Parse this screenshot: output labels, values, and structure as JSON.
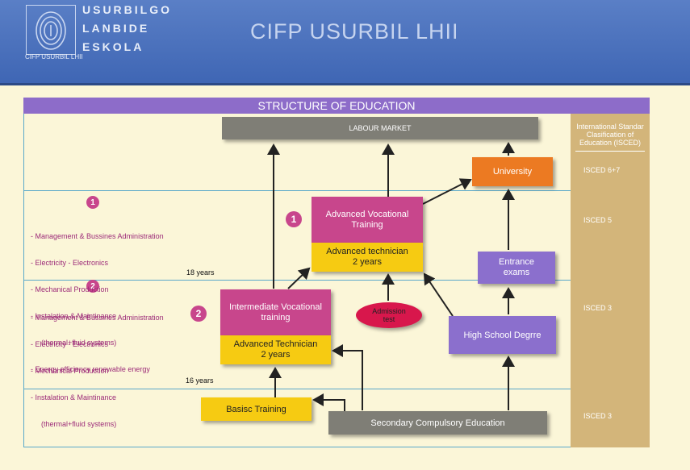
{
  "header": {
    "logo_line1": "USURBILGO",
    "logo_line2": "LANBIDE",
    "logo_line3": "ESKOLA",
    "logo_caption": "CIFP USURBIL LHII",
    "site_title": "CIFP  USURBIL  LHII"
  },
  "diagram": {
    "title": "STRUCTURE OF EDUCATION",
    "isced_header": "International Standar Clasification of Education (ISCED)",
    "isced_levels": [
      "ISCED 6+7",
      "ISCED 5",
      "ISCED 3",
      "ISCED 3"
    ],
    "labour_market": "LABOUR MARKET",
    "university": "University",
    "advanced_vocational": "Advanced Vocational Training",
    "advanced_technician_upper": "Advanced technician\n2 years",
    "intermediate_vocational": "Intermediate Vocational training",
    "advanced_technician_lower": "Advanced Technician\n2 years",
    "admission_test": "Admission test",
    "entrance_exams": "Entrance exams",
    "high_school": "High School Degrre",
    "basic_training": "Basisc Training",
    "secondary": "Secondary Compulsory Education",
    "years_18": "18 years",
    "years_16": "16 years",
    "badge_1": "1",
    "badge_2": "2",
    "list_1": [
      "- Management & Bussines Administration",
      "- Electricity - Electronics",
      "- Mechanical Production",
      "- Instalation & Maintinance",
      "  (thermal+fluid systems)",
      "- Energy efficiency renewable energy"
    ],
    "list_2": [
      "- Management & Bussines Administration",
      "- Electricity - Electronics",
      "- Mechanical Production",
      "- Instalation & Maintinance",
      "  (thermal+fluid systems)"
    ]
  },
  "colors": {
    "header_blue": "#4a71bc",
    "title_purple": "#8d6cc9",
    "pink": "#c8468c",
    "yellow": "#f6cb12",
    "orange": "#ec7a22",
    "gray": "#7f7e76",
    "isced_tan": "#d3b57a",
    "admission_red": "#d8174c"
  },
  "icons": {
    "logo": "fingerprint-icon"
  }
}
